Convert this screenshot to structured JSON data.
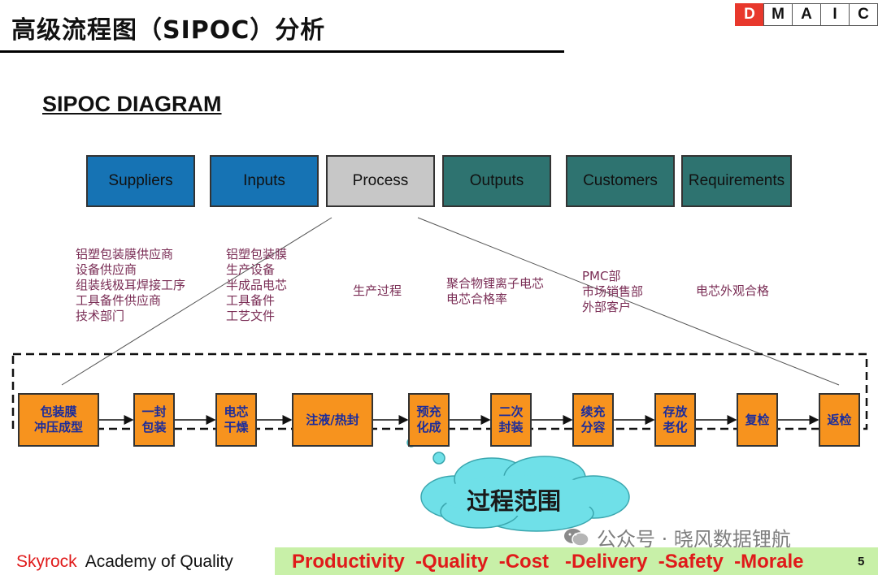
{
  "page_title": "高级流程图（SIPOC）分析",
  "dmaic": {
    "letters": [
      "D",
      "M",
      "A",
      "I",
      "C"
    ],
    "active": "D",
    "active_color": "#e8382c"
  },
  "subtitle": "SIPOC DIAGRAM",
  "headers": [
    {
      "label": "Suppliers",
      "color": "#1673b4"
    },
    {
      "label": "Inputs",
      "color": "#1673b4"
    },
    {
      "label": "Process",
      "color": "#c7c7c7"
    },
    {
      "label": "Outputs",
      "color": "#2e7370"
    },
    {
      "label": "Customers",
      "color": "#2e7370"
    },
    {
      "label": "Requirements",
      "color": "#2e7370"
    }
  ],
  "columns": {
    "suppliers": [
      "铝塑包装膜供应商",
      "设备供应商",
      "组装线极耳焊接工序",
      "工具备件供应商",
      "技术部门"
    ],
    "inputs": [
      "铝塑包装膜",
      "生产设备",
      "半成品电芯",
      "工具备件",
      "工艺文件"
    ],
    "process": [
      "生产过程"
    ],
    "outputs": [
      "聚合物锂离子电芯",
      "电芯合格率"
    ],
    "customers": [
      "PMC部",
      "市场销售部",
      "外部客户"
    ],
    "requirements": [
      "电芯外观合格"
    ]
  },
  "process_steps": [
    {
      "line1": "包装膜",
      "line2": "冲压成型"
    },
    {
      "line1": "一封",
      "line2": "包装"
    },
    {
      "line1": "电芯",
      "line2": "干燥"
    },
    {
      "line1": "注液/热封",
      "line2": ""
    },
    {
      "line1": "预充",
      "line2": "化成"
    },
    {
      "line1": "二次",
      "line2": "封装"
    },
    {
      "line1": "续充",
      "line2": "分容"
    },
    {
      "line1": "存放",
      "line2": "老化"
    },
    {
      "line1": "复检",
      "line2": ""
    },
    {
      "line1": "返检",
      "line2": ""
    }
  ],
  "cloud_label": "过程范围",
  "watermark": "公众号 · 晓风数据锂航",
  "footer": {
    "brand": "Skyrock",
    "academy": "Academy of Quality",
    "tagline": "Productivity  -Quality  -Cost   -Delivery  -Safety  -Morale",
    "page_number": "5"
  },
  "colors": {
    "step_fill": "#f7931e",
    "step_text": "#1b2c9c",
    "list_text": "#7a2d55",
    "cloud_fill": "#6fe0e8",
    "footer_bar": "#c8f0a8",
    "footer_text": "#e01a1a"
  }
}
